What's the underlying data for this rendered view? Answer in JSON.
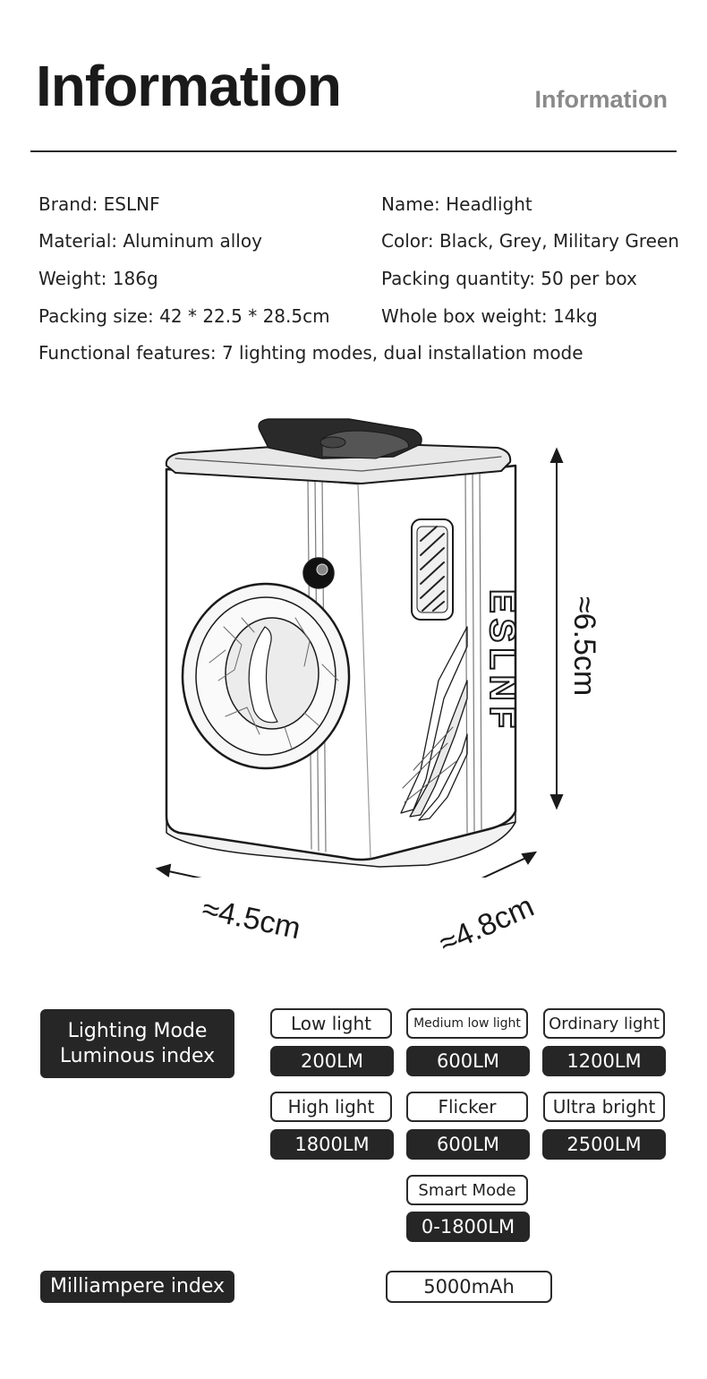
{
  "header": {
    "title": "Information",
    "subtitle": "Information"
  },
  "specs": {
    "brand": "Brand: ESLNF",
    "name": "Name: Headlight",
    "material": "Material: Aluminum alloy",
    "color": "Color: Black, Grey, Military Green",
    "weight": "Weight: 186g",
    "packing_quantity": "Packing quantity: 50 per box",
    "packing_size": "Packing size: 42 * 22.5 * 28.5cm",
    "box_weight": "Whole box weight: 14kg",
    "features": "Functional features: 7 lighting modes, dual installation mode"
  },
  "product": {
    "logo_text": "ESLNF",
    "height": "≈6.5cm",
    "width": "≈4.5cm",
    "depth": "≈4.8cm"
  },
  "lighting": {
    "label_line1": "Lighting Mode",
    "label_line2": "Luminous index",
    "modes": [
      {
        "name": "Low light",
        "value": "200LM"
      },
      {
        "name": "Medium low light",
        "value": "600LM"
      },
      {
        "name": "Ordinary light",
        "value": "1200LM"
      },
      {
        "name": "High light",
        "value": "1800LM"
      },
      {
        "name": "Flicker",
        "value": "600LM"
      },
      {
        "name": "Ultra bright",
        "value": "2500LM"
      },
      {
        "name": "Smart Mode",
        "value": "0-1800LM"
      }
    ]
  },
  "battery": {
    "label": "Milliampere index",
    "value": "5000mAh"
  }
}
